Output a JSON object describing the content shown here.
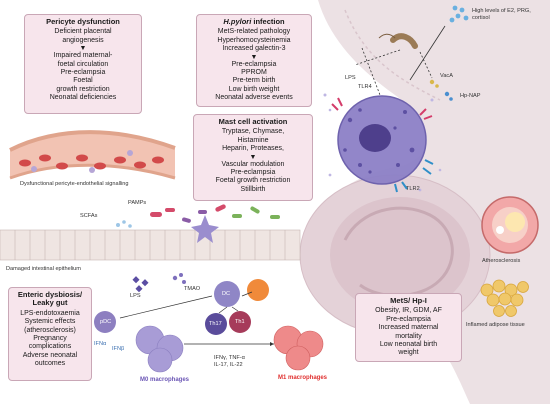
{
  "pericyte": {
    "title": "Pericyte dysfunction",
    "items_top": [
      "Deficient placental",
      "angiogenesis"
    ],
    "items_bottom": [
      "Impaired maternal-",
      "foetal circulation",
      "Pre-eclampsia",
      "Foetal",
      "growth restriction",
      "Neonatal deficiencies"
    ],
    "caption": "Dysfunctional pericyte-endothelial signalling"
  },
  "hpylori": {
    "title_em": "H.pylori",
    "title_rest": " infection",
    "items_top": [
      "MetS-related pathology",
      "Hyperhomocysteinemia",
      "Increased galectin-3"
    ],
    "items_bottom": [
      "Pre-eclampsia",
      "PPROM",
      "Pre-term birth",
      "Low birth weight",
      "Neonatal adverse events"
    ]
  },
  "mast": {
    "title": "Mast cell activation",
    "items_top": [
      "Tryptase, Chymase,",
      "Histamine",
      "Heparin, Proteases,"
    ],
    "items_bottom": [
      "Vascular modulation",
      "Pre-eclampsia",
      "Foetal growth restriction",
      "Stillbirth"
    ]
  },
  "enteric": {
    "title": "Enteric dysbiosis/ Leaky gut",
    "items": [
      "LPS-endotoxaemia",
      "Systemic effects",
      "(atherosclerosis)",
      "Pregnancy",
      "complications",
      "Adverse neonatal",
      "outcomes"
    ]
  },
  "mets": {
    "title": "MetS/ Hp-I",
    "items": [
      "Obesity, IR, GDM, AF",
      "Pre-eclampsia",
      "Increased maternal",
      "mortality",
      "Low neonatal birth",
      "weight"
    ]
  },
  "labels": {
    "hormones": "High levels of E2, PRG, cortisol",
    "lps_top": "LPS",
    "tlr4": "TLR4",
    "vaca": "VacA",
    "hpnap": "Hp-NAP",
    "tlr2": "TLR2",
    "atherosclerosis": "Atherosclerosis",
    "adipose": "Inflamed adipose tissue",
    "scfas": "SCFAs",
    "pamps": "PAMPs",
    "epithelium": "Damaged intestinal epithelium",
    "lps_gut": "LPS",
    "tmao": "TMAO",
    "dc": "DC",
    "pdc": "pDC",
    "th17": "Th17",
    "th1": "Th1",
    "ifna": "IFNα",
    "ifnb": "IFNβ",
    "cytokines1": "IFNγ, TNF-α",
    "cytokines2": "IL-17, IL-22",
    "m0": "M0 macrophages",
    "m1": "M1 macrophages"
  },
  "colors": {
    "box_fill": "#f7e5ec",
    "box_border": "#c9a7b6",
    "m1_label": "#e0302f",
    "m0_label": "#6b56b5",
    "pregnancy_silhouette": "#eadfe2"
  }
}
